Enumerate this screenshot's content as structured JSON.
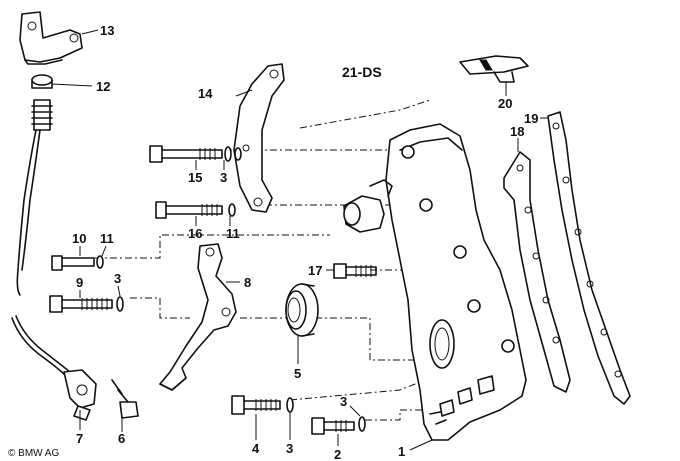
{
  "diagram": {
    "code": "21-DS",
    "copyright": "© BMW AG",
    "callouts": [
      "13",
      "12",
      "14",
      "20",
      "19",
      "18",
      "15",
      "3",
      "16",
      "11",
      "10",
      "11",
      "9",
      "3",
      "8",
      "17",
      "5",
      "7",
      "6",
      "4",
      "3",
      "3",
      "2",
      "1"
    ]
  }
}
